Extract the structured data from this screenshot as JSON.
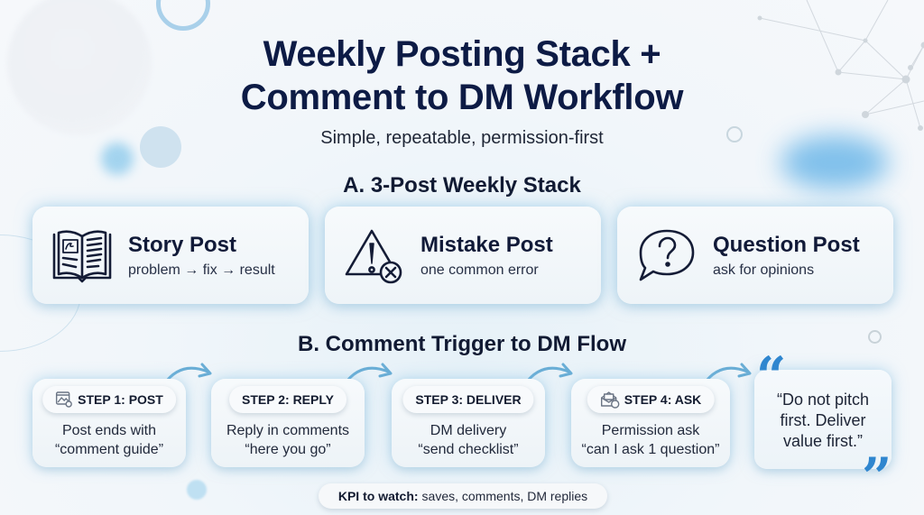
{
  "header": {
    "title_line1": "Weekly Posting Stack +",
    "title_line2": "Comment to DM Workflow",
    "subtitle": "Simple, repeatable, permission-first"
  },
  "section_a": {
    "heading": "A. 3-Post Weekly Stack",
    "cards": [
      {
        "icon": "open-book-icon",
        "title": "Story Post",
        "subtitle": "problem → fix → result"
      },
      {
        "icon": "warning-triangle-icon",
        "title": "Mistake Post",
        "subtitle": "one common error"
      },
      {
        "icon": "question-bubble-icon",
        "title": "Question Post",
        "subtitle": "ask for opinions"
      }
    ]
  },
  "section_b": {
    "heading": "B. Comment Trigger to DM Flow",
    "steps": [
      {
        "icon": "image-post-icon",
        "label": "STEP 1: POST",
        "line1": "Post ends with",
        "line2": "“comment guide”"
      },
      {
        "icon": "",
        "label": "STEP 2: REPLY",
        "line1": "Reply in comments",
        "line2": "“here you go”"
      },
      {
        "icon": "",
        "label": "STEP 3: DELIVER",
        "line1": "DM delivery",
        "line2": "“send checklist”"
      },
      {
        "icon": "mail-question-icon",
        "label": "STEP 4: ASK",
        "line1": "Permission ask",
        "line2": "“can I ask 1 question”"
      }
    ],
    "quote": {
      "open_mark": "“",
      "close_mark": "”",
      "line1": "“Do not pitch",
      "line2": "first. Deliver",
      "line3": "value first.”"
    },
    "kpi": {
      "label": "KPI to watch:",
      "value": "saves, comments, DM replies"
    }
  },
  "colors": {
    "title": "#0d1b45",
    "accent_blue": "#2f86cf",
    "arrow": "#6aaed6",
    "card_glow": "#78bee6"
  }
}
